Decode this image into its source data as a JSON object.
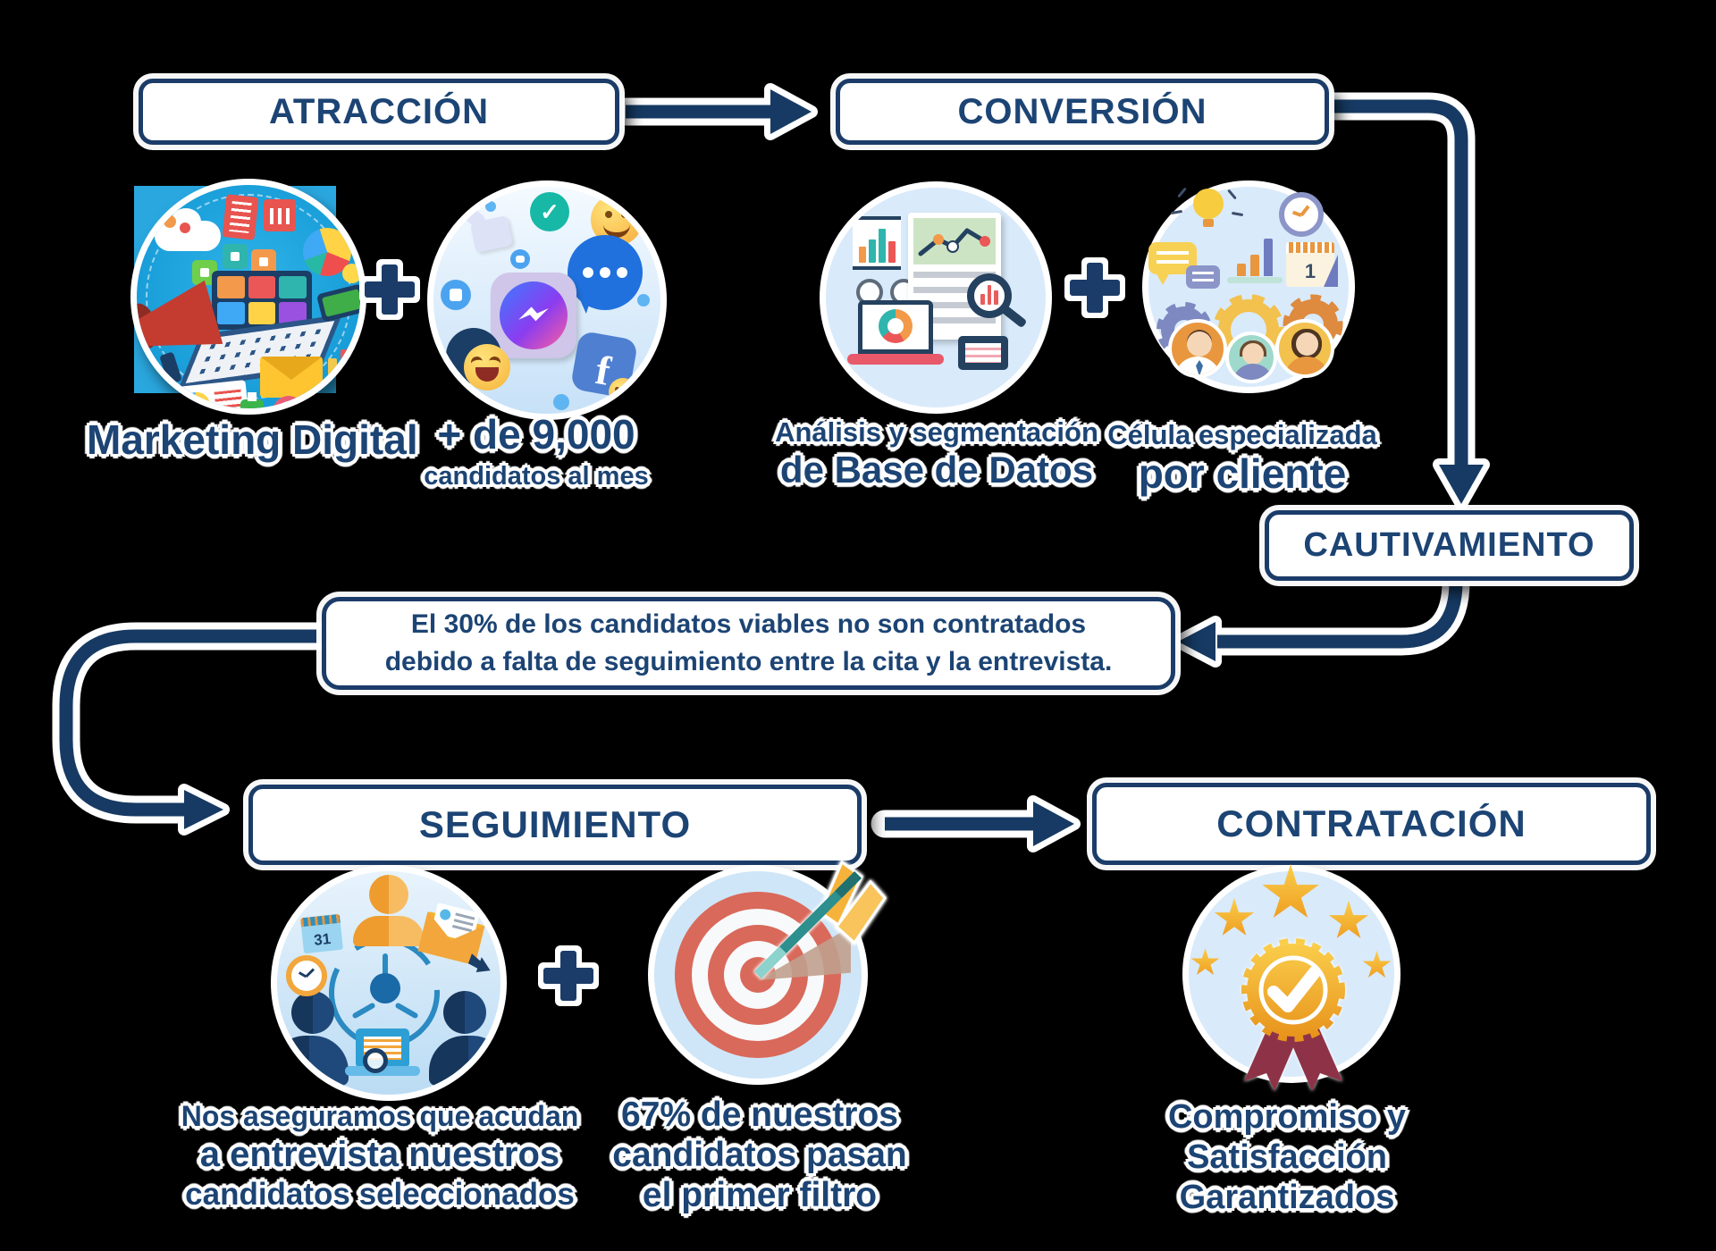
{
  "stages": {
    "atraccion": {
      "label": "ATRACCIÓN"
    },
    "conversion": {
      "label": "CONVERSIÓN"
    },
    "cautivamiento": {
      "label": "CAUTIVAMIENTO"
    },
    "seguimiento": {
      "label": "SEGUIMIENTO"
    },
    "contratacion": {
      "label": "CONTRATACIÓN"
    }
  },
  "atraccion": {
    "marketing_label": "Marketing Digital",
    "stat_line1": "+ de 9,000",
    "stat_line2": "candidatos al mes"
  },
  "conversion": {
    "analysis_line1": "Análisis y segmentación",
    "analysis_line2": "de Base de Datos",
    "cell_line1": "Célula especializada",
    "cell_line2": "por cliente"
  },
  "note": {
    "line1": "El 30% de los candidatos viables no son contratados",
    "line2": "debido a falta de seguimiento entre la cita y la entrevista."
  },
  "seguimiento": {
    "network_line1": "Nos aseguramos que acudan",
    "network_line2": "a entrevista nuestros",
    "network_line3": "candidatos seleccionados",
    "target_line1": "67% de nuestros",
    "target_line2": "candidatos pasan",
    "target_line3": "el primer filtro"
  },
  "contratacion": {
    "badge_line1": "Compromiso y",
    "badge_line2": "Satisfacción",
    "badge_line3": "Garantizados"
  },
  "icons": {
    "check": "✓",
    "facebook_f": "f",
    "calendar_day": "31",
    "calendar_first": "1"
  },
  "colors": {
    "background": "#000000",
    "navy_border": "#1B3C68",
    "text_navy": "#1C4474",
    "arrow_navy": "#163A63",
    "light_blue": "#D9EAFB",
    "sky_blue": "#169BD7",
    "gold": "#F2C14E",
    "target_red": "#D9695A",
    "dart_teal": "#2E8F8F",
    "ribbon_red": "#8E3347"
  }
}
